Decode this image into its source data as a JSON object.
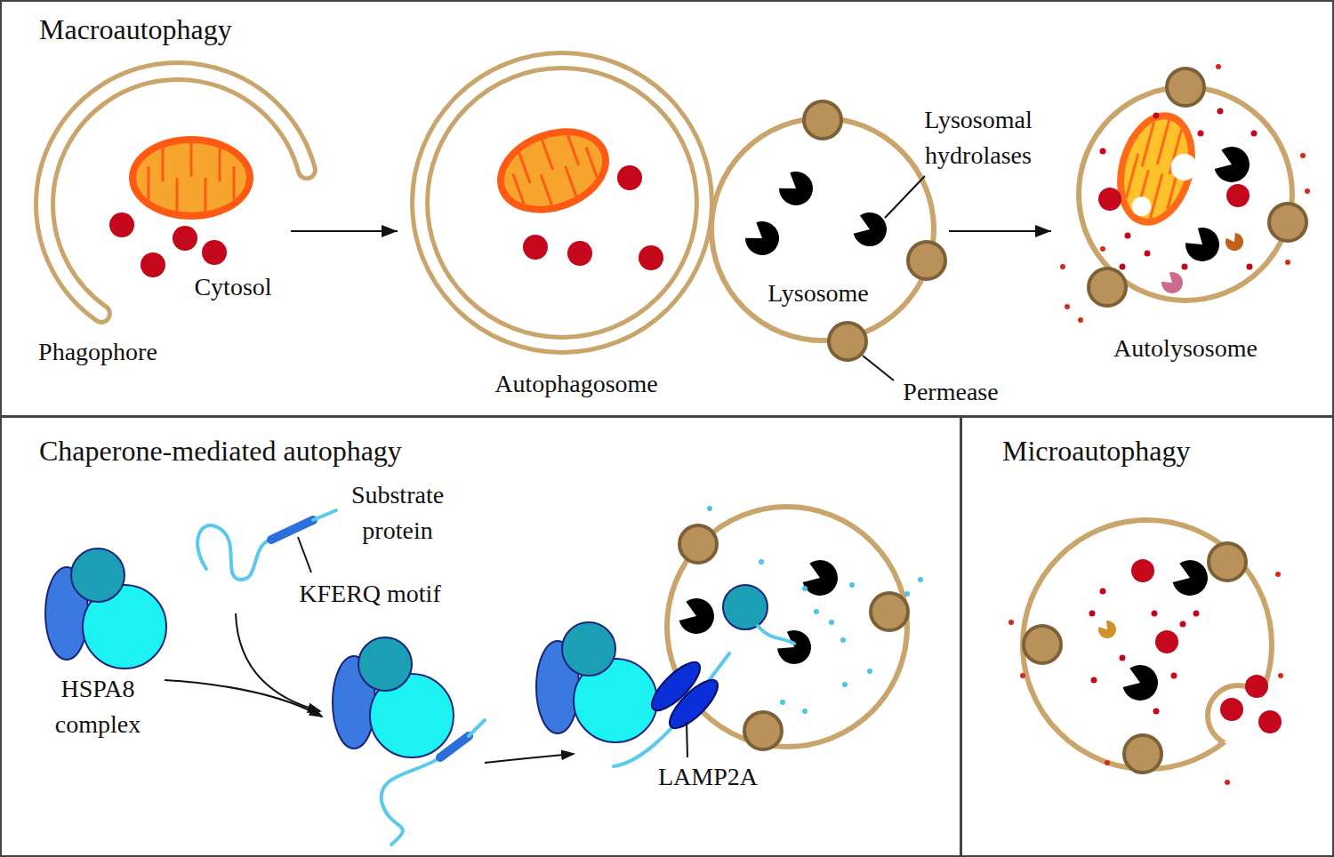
{
  "diagram": {
    "nodes": [
      {
        "text": [
          "Macroautophagy"
        ]
      },
      {
        "text": [
          "Phagophore"
        ],
        "in": 0
      },
      {
        "text": [
          "Autophagosome"
        ],
        "in": 0
      },
      {
        "text": [
          "Lysosome"
        ],
        "in": 0
      },
      {
        "text": [
          "Autolysosome"
        ],
        "in": 0
      },
      {
        "text": [
          "Chaperone-mediated autophagy"
        ]
      },
      {
        "text": [
          "HSPA8 complex"
        ],
        "in": 5
      },
      {
        "text": [
          "Substrate protein"
        ],
        "in": 5
      },
      {
        "text": [
          "Microautophagy"
        ]
      }
    ],
    "edges": [
      {
        "from": 1,
        "to": 2,
        "arrow": "to"
      },
      {
        "from": 3,
        "to": 4,
        "arrow": "to"
      }
    ],
    "labels": [
      "Cytosol",
      "Lysosomal hydrolases",
      "Permease",
      "KFERQ motif",
      "LAMP2A"
    ]
  }
}
